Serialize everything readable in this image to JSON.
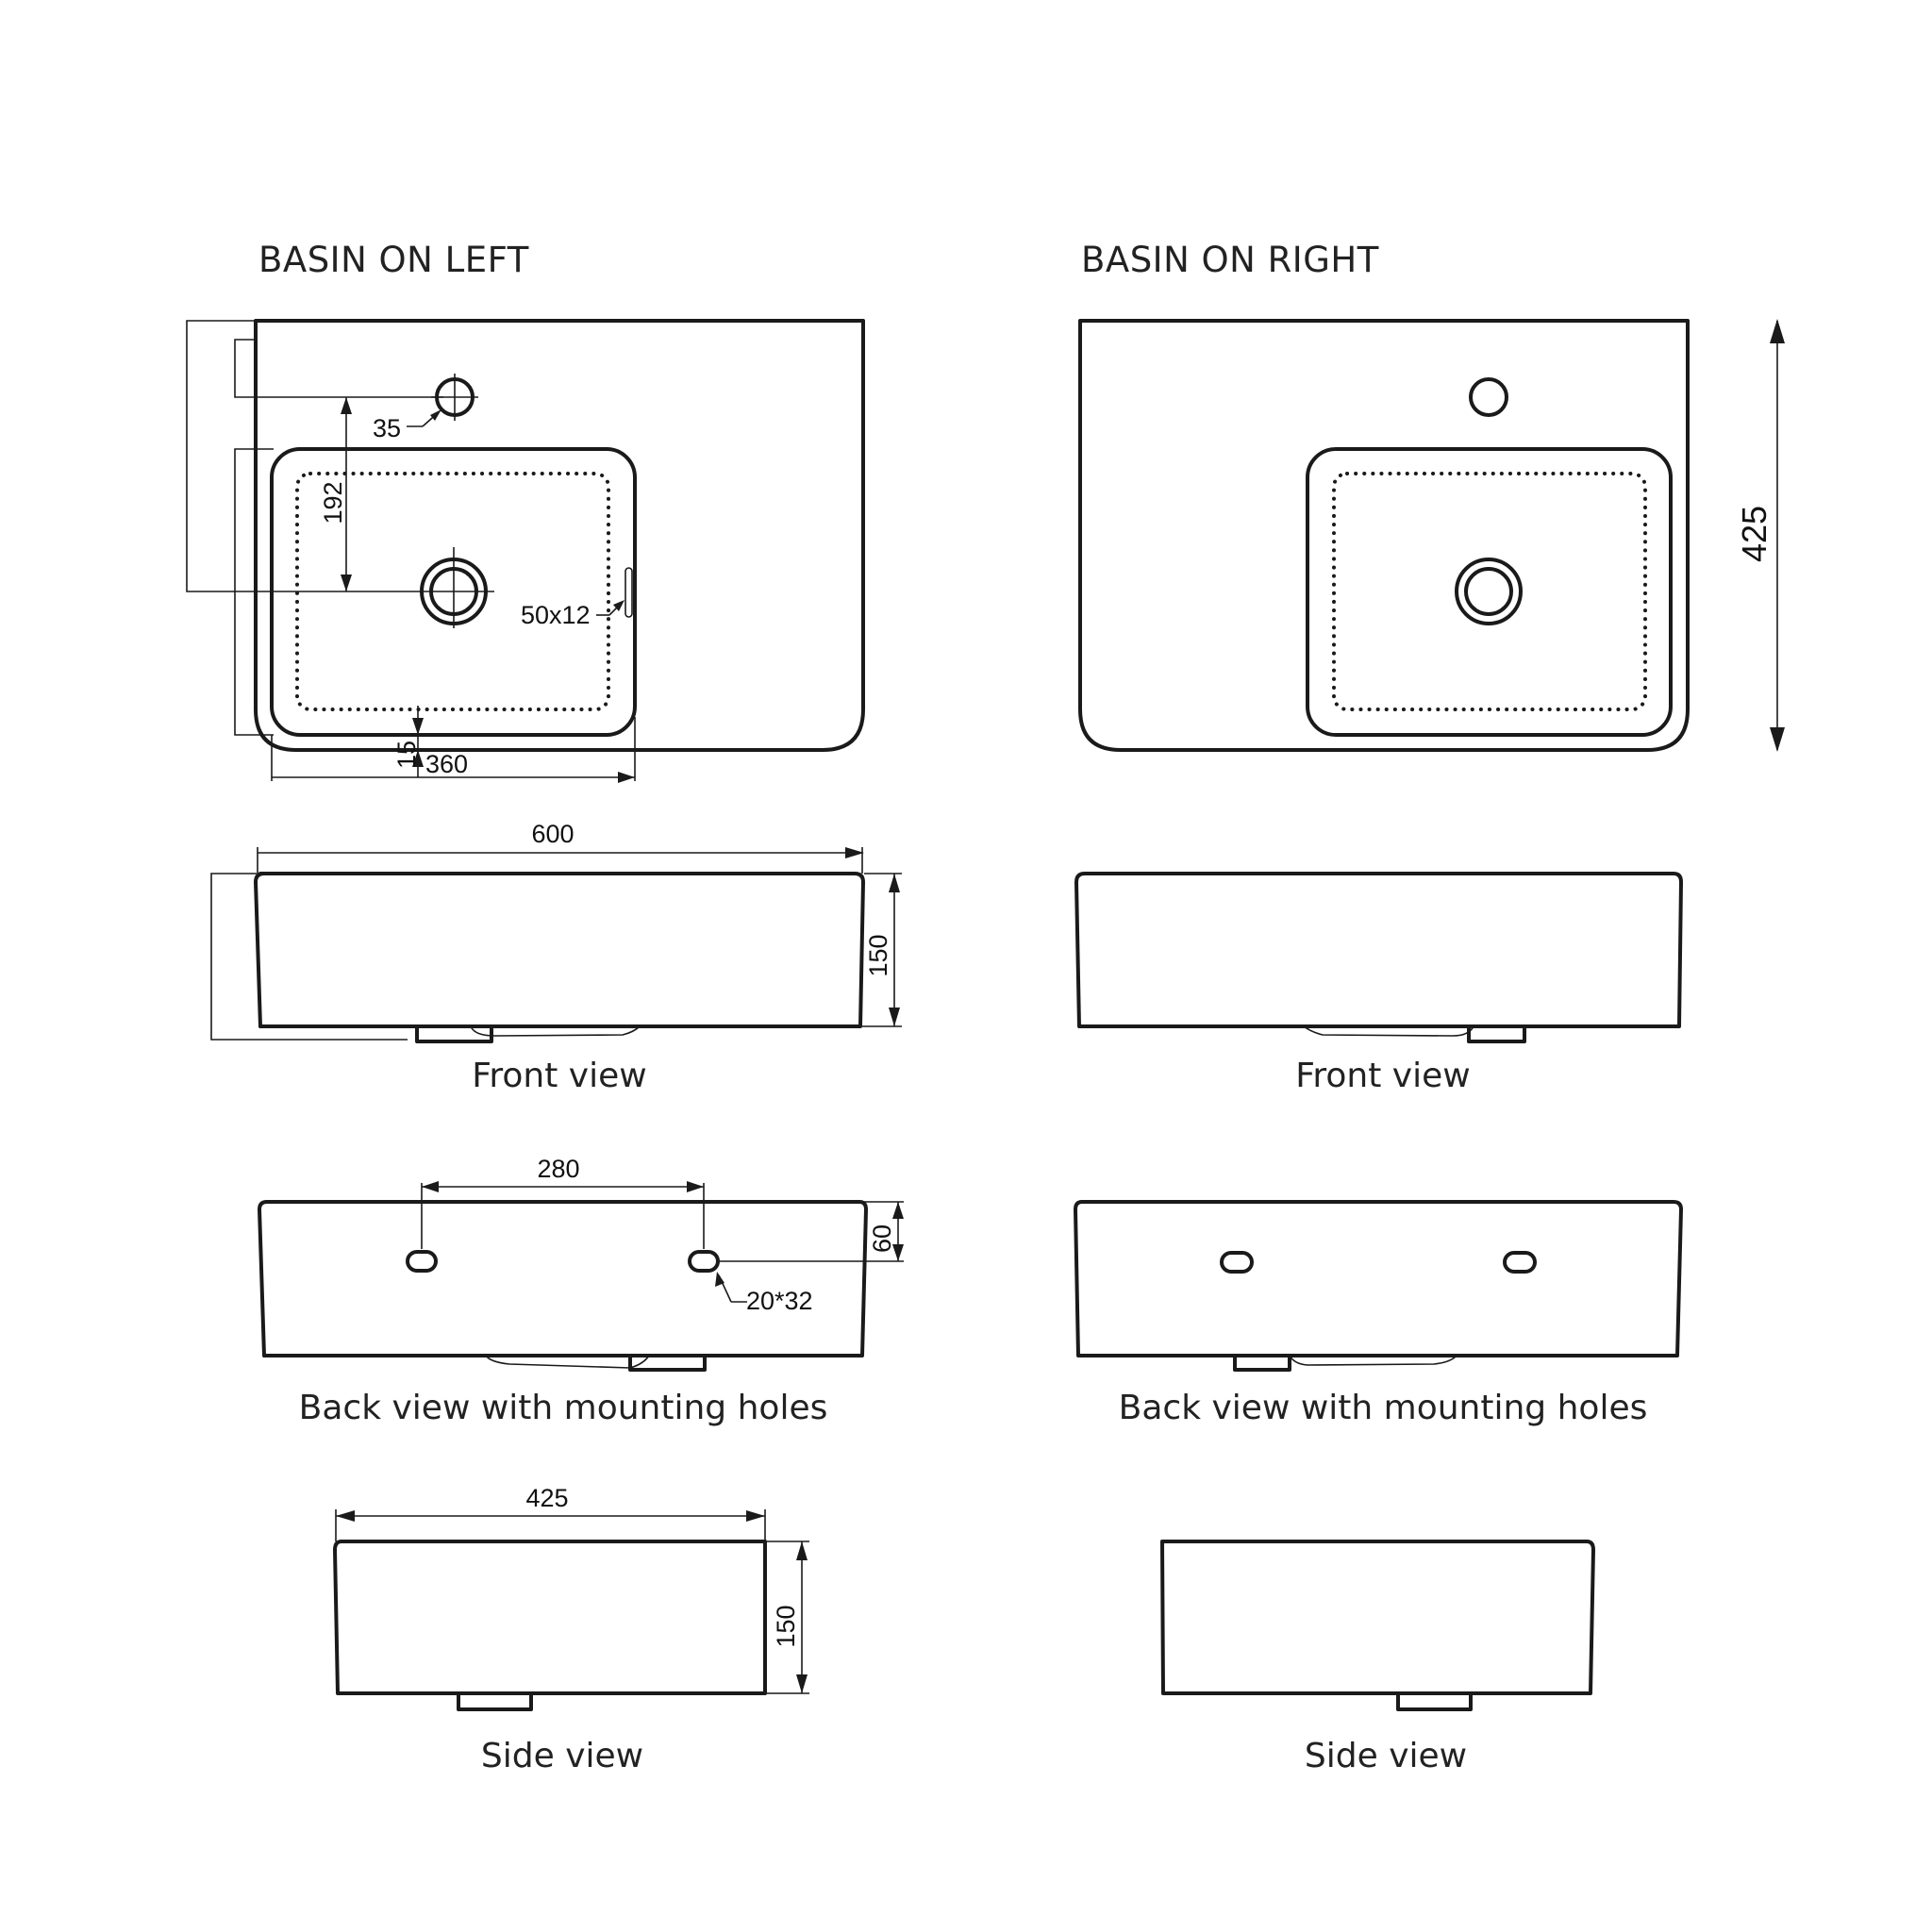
{
  "left": {
    "title": "BASIN ON LEFT",
    "front_caption": "Front view",
    "back_caption": "Back view with mounting holes",
    "side_caption": "Side view",
    "dims": {
      "tap_hole": "35",
      "tap_to_drain": "192",
      "overflow": "50x12",
      "rim": "15",
      "bowl_width": "360",
      "total_width": "600",
      "front_height": "150",
      "hole_spacing": "280",
      "hole_height": "60",
      "hole_size": "20*32",
      "depth": "425",
      "side_height": "150"
    }
  },
  "right": {
    "title": "BASIN ON RIGHT",
    "front_caption": "Front view",
    "back_caption": "Back view with mounting holes",
    "side_caption": "Side view",
    "dims": {
      "depth": "425"
    }
  }
}
